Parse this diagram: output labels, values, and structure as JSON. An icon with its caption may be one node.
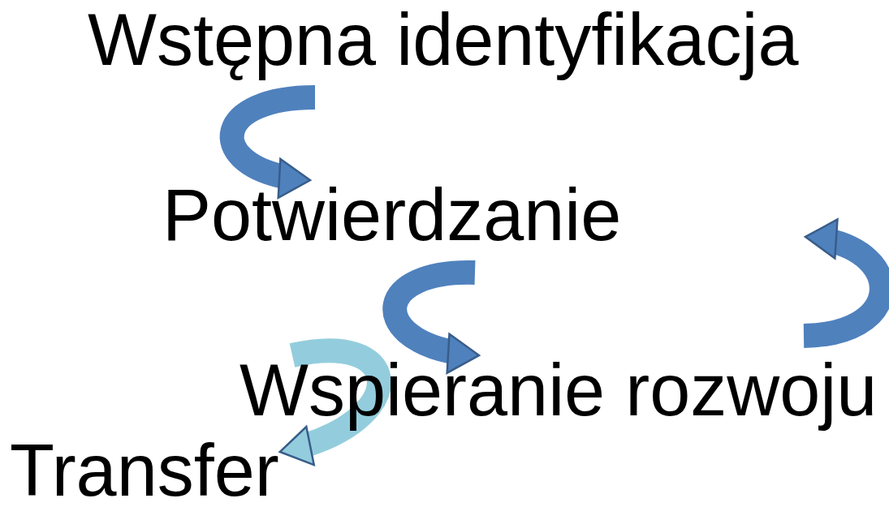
{
  "diagram": {
    "nodes": [
      {
        "text": [
          "Wstępna identyfikacja"
        ]
      },
      {
        "text": [
          "Potwierdzanie"
        ]
      },
      {
        "text": [
          "Wspieranie rozwoju"
        ]
      },
      {
        "text": [
          "Transfer"
        ]
      }
    ],
    "edges": [
      {
        "from": 0,
        "to": 1,
        "arrow": "to"
      },
      {
        "from": 1,
        "to": 2,
        "arrow": "to"
      },
      {
        "from": 2,
        "to": 3,
        "arrow": "to",
        "color": "#93cddd"
      },
      {
        "from": 2,
        "to": null,
        "arrow": "to"
      }
    ]
  }
}
